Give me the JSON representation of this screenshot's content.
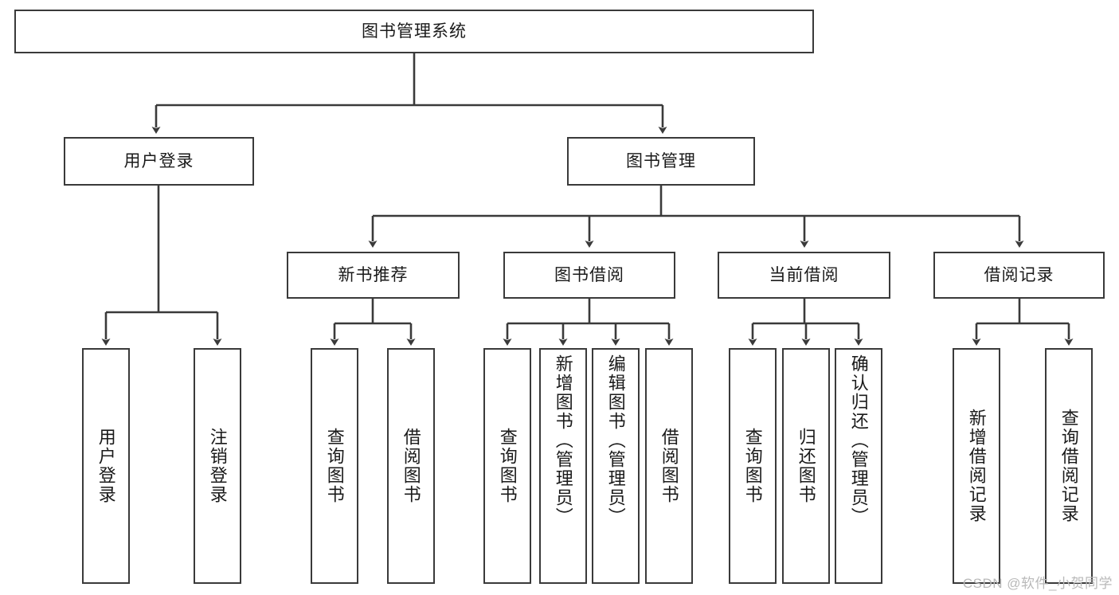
{
  "diagram": {
    "title": "图书管理系统",
    "type": "tree-hierarchy-chart",
    "colors": {
      "border": "#3a3a3a",
      "fill": "#ffffff",
      "text": "#1a1a1a",
      "watermark": "#b9b9b9"
    },
    "root": {
      "label": "图书管理系统"
    },
    "level2": [
      {
        "label": "用户登录"
      },
      {
        "label": "图书管理"
      }
    ],
    "level3": [
      {
        "label": "新书推荐"
      },
      {
        "label": "图书借阅"
      },
      {
        "label": "当前借阅"
      },
      {
        "label": "借阅记录"
      }
    ],
    "leaves": {
      "user_login": [
        {
          "label": "用户登录"
        },
        {
          "label": "注销登录"
        }
      ],
      "new_book_recommend": [
        {
          "label": "查询图书"
        },
        {
          "label": "借阅图书"
        }
      ],
      "book_borrow": [
        {
          "label": "查询图书"
        },
        {
          "label": "新增图书（管理员）"
        },
        {
          "label": "编辑图书（管理员）"
        },
        {
          "label": "借阅图书"
        }
      ],
      "current_borrow": [
        {
          "label": "查询图书"
        },
        {
          "label": "归还图书"
        },
        {
          "label": "确认归还（管理员）"
        }
      ],
      "borrow_record": [
        {
          "label": "新增借阅记录"
        },
        {
          "label": "查询借阅记录"
        }
      ]
    }
  },
  "watermark": {
    "text": "CSDN @软件_小贺同学"
  }
}
